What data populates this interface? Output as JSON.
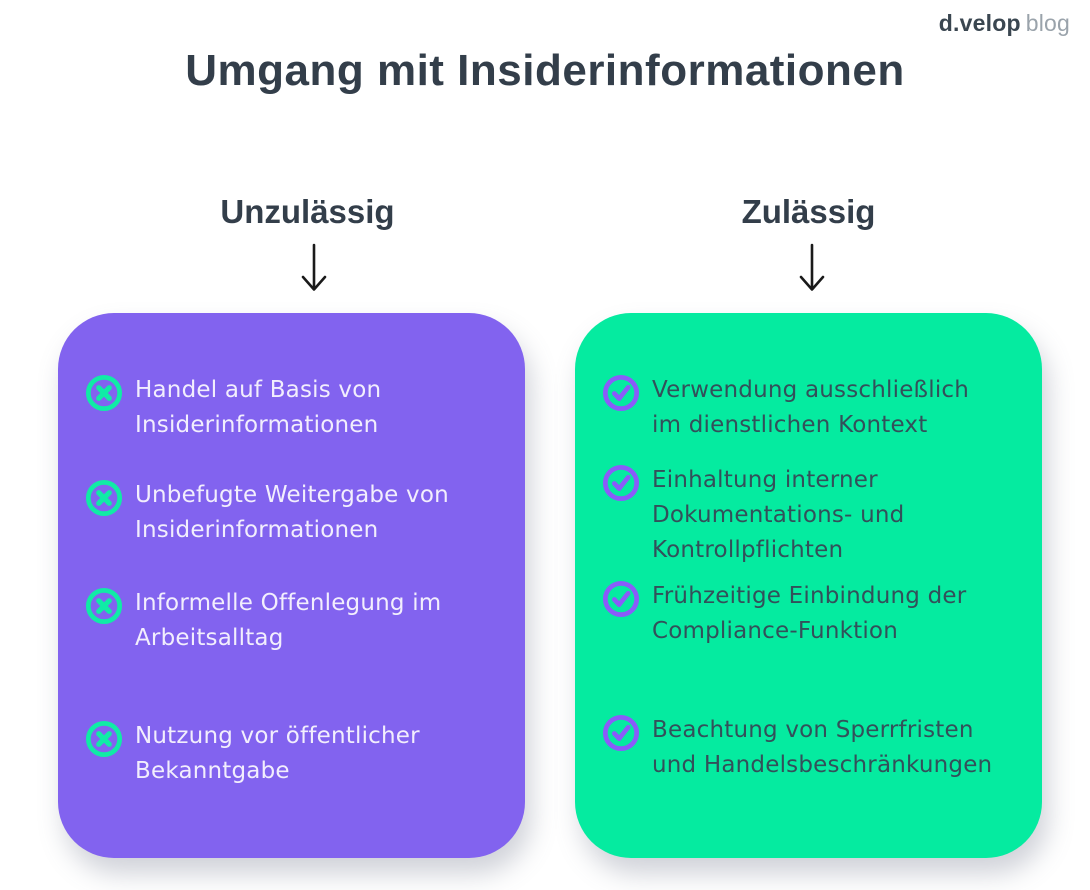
{
  "logo": {
    "brand": "d.velop",
    "suffix": "blog"
  },
  "title": "Umgang mit Insiderinformationen",
  "columns": [
    {
      "header": "Unzulässig",
      "icon": "x-circle",
      "items": [
        {
          "text": "Handel auf Basis von\nInsiderinformationen"
        },
        {
          "text": "Unbefugte Weitergabe von\nInsiderinformationen"
        },
        {
          "text": "Informelle Offenlegung im\nArbeitsalltag"
        },
        {
          "text": "Nutzung vor öffentlicher\nBekanntgabe"
        }
      ]
    },
    {
      "header": "Zulässig",
      "icon": "check-circle",
      "items": [
        {
          "text": "Verwendung ausschließlich\nim dienstlichen Kontext"
        },
        {
          "text": "Einhaltung interner\nDokumentations- und\nKontrollpflichten"
        },
        {
          "text": "Frühzeitige Einbindung der\nCompliance-Funktion"
        },
        {
          "text": "Beachtung von Sperrfristen\nund Handelsbeschränkungen"
        }
      ]
    }
  ],
  "colors": {
    "background": "#ffffff",
    "heading": "#333e4a",
    "purple_box": "#8263ef",
    "green_box": "#05eba0",
    "purple_box_text": "#f2eefd",
    "green_box_text": "#33505a",
    "x_icon_green": "#10eba6",
    "check_icon_purple": "#8a5cf9",
    "logo_brand": "#3a4650",
    "logo_suffix": "#9aa3ab",
    "arrow": "#1a1a1a"
  }
}
